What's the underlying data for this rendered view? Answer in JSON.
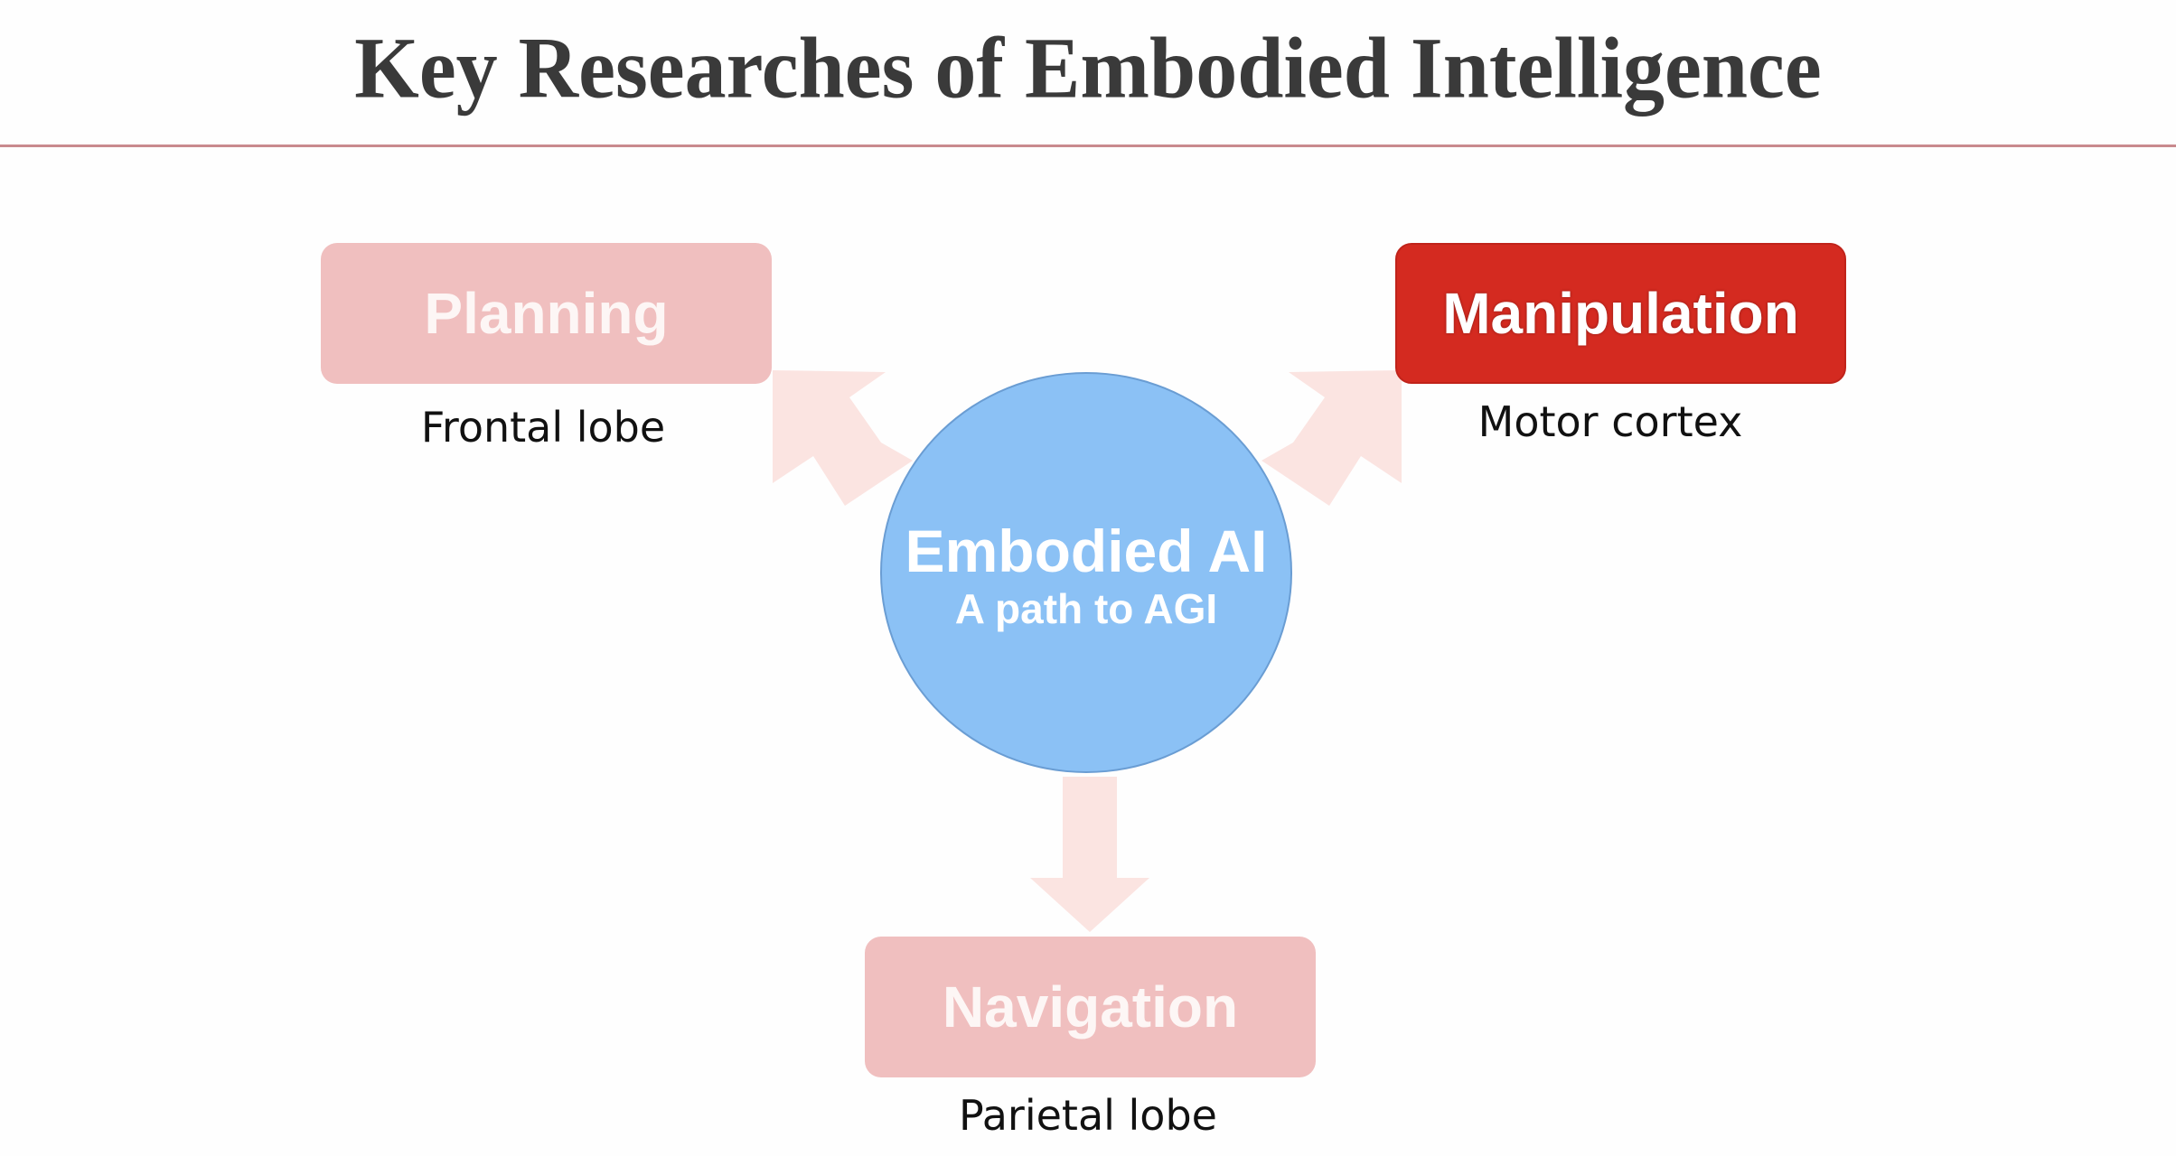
{
  "title": "Key Researches of Embodied Intelligence",
  "colors": {
    "accent_active": "#d42a20",
    "box_inactive": "#f0bfbf",
    "center_circle": "#8bc1f5",
    "arrow": "#fbe4e1",
    "title_rule": "#c98a8e"
  },
  "center": {
    "label": "Embodied AI",
    "sublabel": "A path to AGI"
  },
  "nodes": [
    {
      "label": "Planning",
      "caption": "Frontal lobe",
      "state": "inactive"
    },
    {
      "label": "Manipulation",
      "caption": "Motor cortex",
      "state": "active"
    },
    {
      "label": "Navigation",
      "caption": "Parietal lobe",
      "state": "inactive"
    }
  ]
}
